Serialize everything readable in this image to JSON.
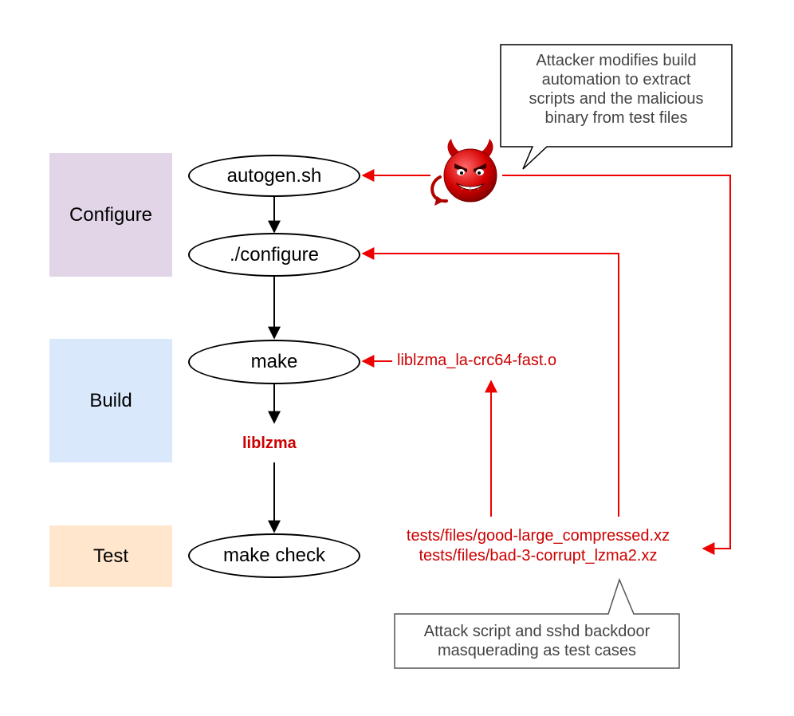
{
  "stages": {
    "configure": "Configure",
    "build": "Build",
    "test": "Test"
  },
  "nodes": {
    "autogen": "autogen.sh",
    "configure": "./configure",
    "make": "make",
    "make_check": "make check"
  },
  "artifacts": {
    "liblzma": "liblzma",
    "object_file": "liblzma_la-crc64-fast.o",
    "test_files": [
      "tests/files/good-large_compressed.xz",
      "tests/files/bad-3-corrupt_lzma2.xz"
    ]
  },
  "callouts": {
    "attacker": [
      "Attacker modifies build",
      "automation to extract",
      "scripts and the malicious",
      "binary from test files"
    ],
    "backdoor": [
      "Attack script and sshd backdoor",
      "masquerading as test cases"
    ]
  },
  "icons": {
    "attacker": "devil-face-icon"
  },
  "colors": {
    "configure_stage": "#e1d5e7",
    "build_stage": "#dae8fc",
    "test_stage": "#ffe6cc",
    "attack_red": "#cc0000",
    "arrow_red": "#ee0000"
  }
}
